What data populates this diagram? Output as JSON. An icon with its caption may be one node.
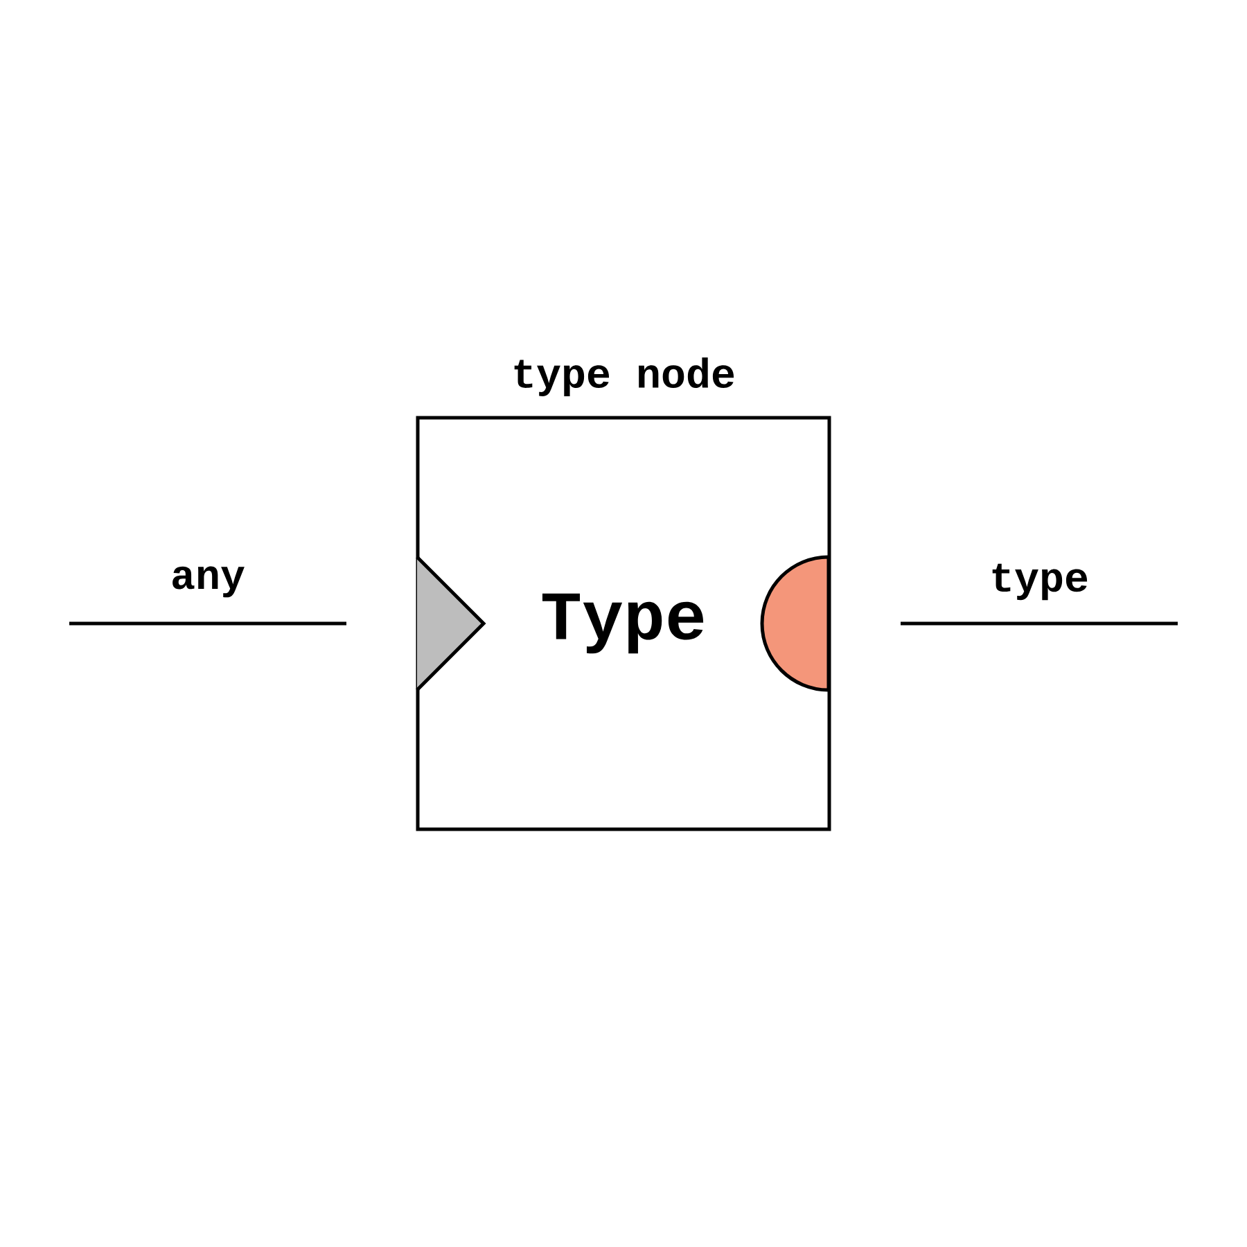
{
  "diagram": {
    "nodes": [
      {
        "text": [
          "type node",
          "Type"
        ]
      },
      {
        "text": [],
        "shape": "triangle",
        "in": 0
      },
      {
        "text": [],
        "shape": "semicircle",
        "in": 0
      }
    ],
    "labels": [
      "any",
      "type"
    ]
  }
}
